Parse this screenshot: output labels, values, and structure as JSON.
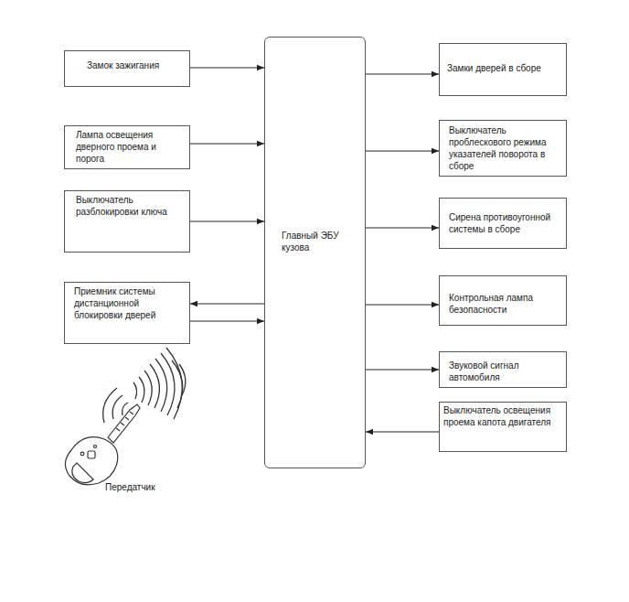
{
  "diagram": {
    "nodes": [
      {
        "text": [
          "Замок зажигания"
        ]
      },
      {
        "text": [
          "Лампа освещения дверного проема и порога"
        ]
      },
      {
        "text": [
          "Выключатель разблокировки ключа"
        ]
      },
      {
        "text": [
          "Приемник системы дистанционной блокировки дверей"
        ]
      },
      {
        "text": [
          "Главный ЭБУ кузова"
        ]
      },
      {
        "text": [
          "Замки дверей в сборе"
        ]
      },
      {
        "text": [
          "Выключатель проблескового режима указателей поворота в сборе"
        ]
      },
      {
        "text": [
          "Сирена противоугонной системы в сборе"
        ]
      },
      {
        "text": [
          "Контрольная лампа безопасности"
        ]
      },
      {
        "text": [
          "Звуковой сигнал автомобиля"
        ]
      },
      {
        "text": [
          "Выключатель освещения проема капота двигателя"
        ]
      }
    ],
    "edges": [
      {
        "from": 0,
        "to": 4,
        "arrow": "to"
      },
      {
        "from": 1,
        "to": 4,
        "arrow": "to"
      },
      {
        "from": 2,
        "to": 4,
        "arrow": "to"
      },
      {
        "from": 4,
        "to": 3,
        "arrow": "to"
      },
      {
        "from": 3,
        "to": 4,
        "arrow": "to"
      },
      {
        "from": 4,
        "to": 5,
        "arrow": "to"
      },
      {
        "from": 4,
        "to": 6,
        "arrow": "to"
      },
      {
        "from": 4,
        "to": 7,
        "arrow": "to"
      },
      {
        "from": 4,
        "to": 8,
        "arrow": "to"
      },
      {
        "from": 4,
        "to": 9,
        "arrow": "to"
      },
      {
        "from": 10,
        "to": 4,
        "arrow": "to"
      }
    ],
    "labels": [
      "Передатчик"
    ]
  }
}
